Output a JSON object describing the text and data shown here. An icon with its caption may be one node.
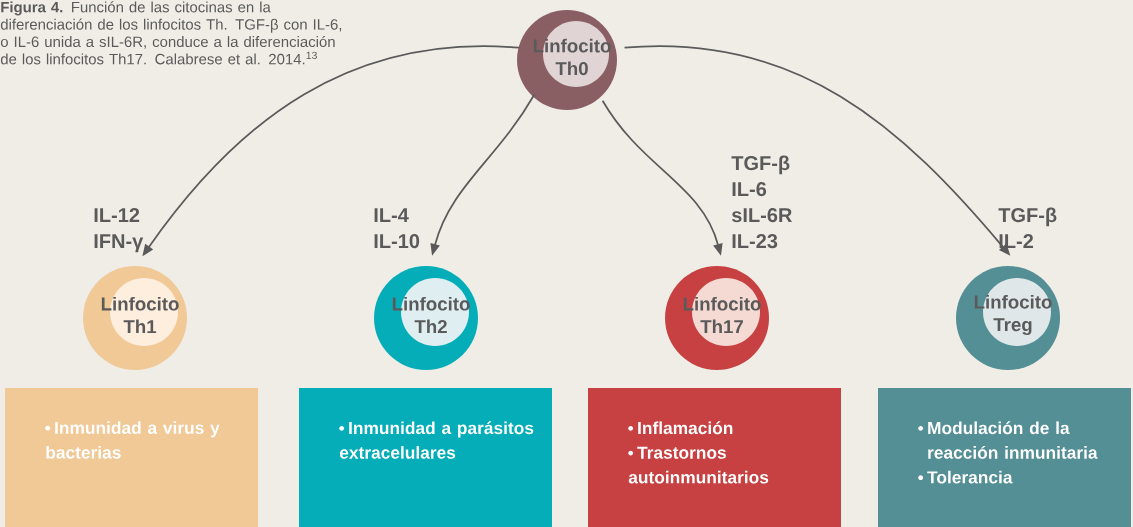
{
  "diagram": {
    "caption": "**Figura 4.** Función de las citocinas en la diferenciación de los linfocitos Th. TGF-β con IL-6, o IL-6 unida a sIL-6R, conduce a la diferenciación de los linfocitos Th17. Calabrese et al. 2014.$^{13}$",
    "nodes": [
      {
        "text": [
          "Linfocito Th0"
        ]
      },
      {
        "text": [
          "Linfocito Th1"
        ],
        "beside": [
          "IL-12",
          "IFN-γ"
        ]
      },
      {
        "text": [
          "Linfocito Th2"
        ],
        "beside": [
          "IL-4",
          "IL-10"
        ]
      },
      {
        "text": [
          "Linfocito Th17"
        ],
        "beside": [
          "TGF-β",
          "IL-6",
          "sIL-6R",
          "IL-23"
        ]
      },
      {
        "text": [
          "Linfocito Treg"
        ],
        "beside": [
          "TGF-β",
          "IL-2"
        ]
      },
      {
        "text": [
          "Inmunidad a virus y bacterias"
        ]
      },
      {
        "text": [
          "Inmunidad a parásitos extracelulares"
        ]
      },
      {
        "text": [
          "Inflamación",
          "Trastornos autoinmunitarios"
        ]
      },
      {
        "text": [
          "Modulación de la reacción inmunitaria",
          "Tolerancia"
        ]
      }
    ],
    "edges": [
      {
        "from": 0,
        "to": 1,
        "arrow": "to"
      },
      {
        "from": 0,
        "to": 2,
        "arrow": "to"
      },
      {
        "from": 0,
        "to": 3,
        "arrow": "to"
      },
      {
        "from": 0,
        "to": 4,
        "arrow": "to"
      }
    ]
  }
}
